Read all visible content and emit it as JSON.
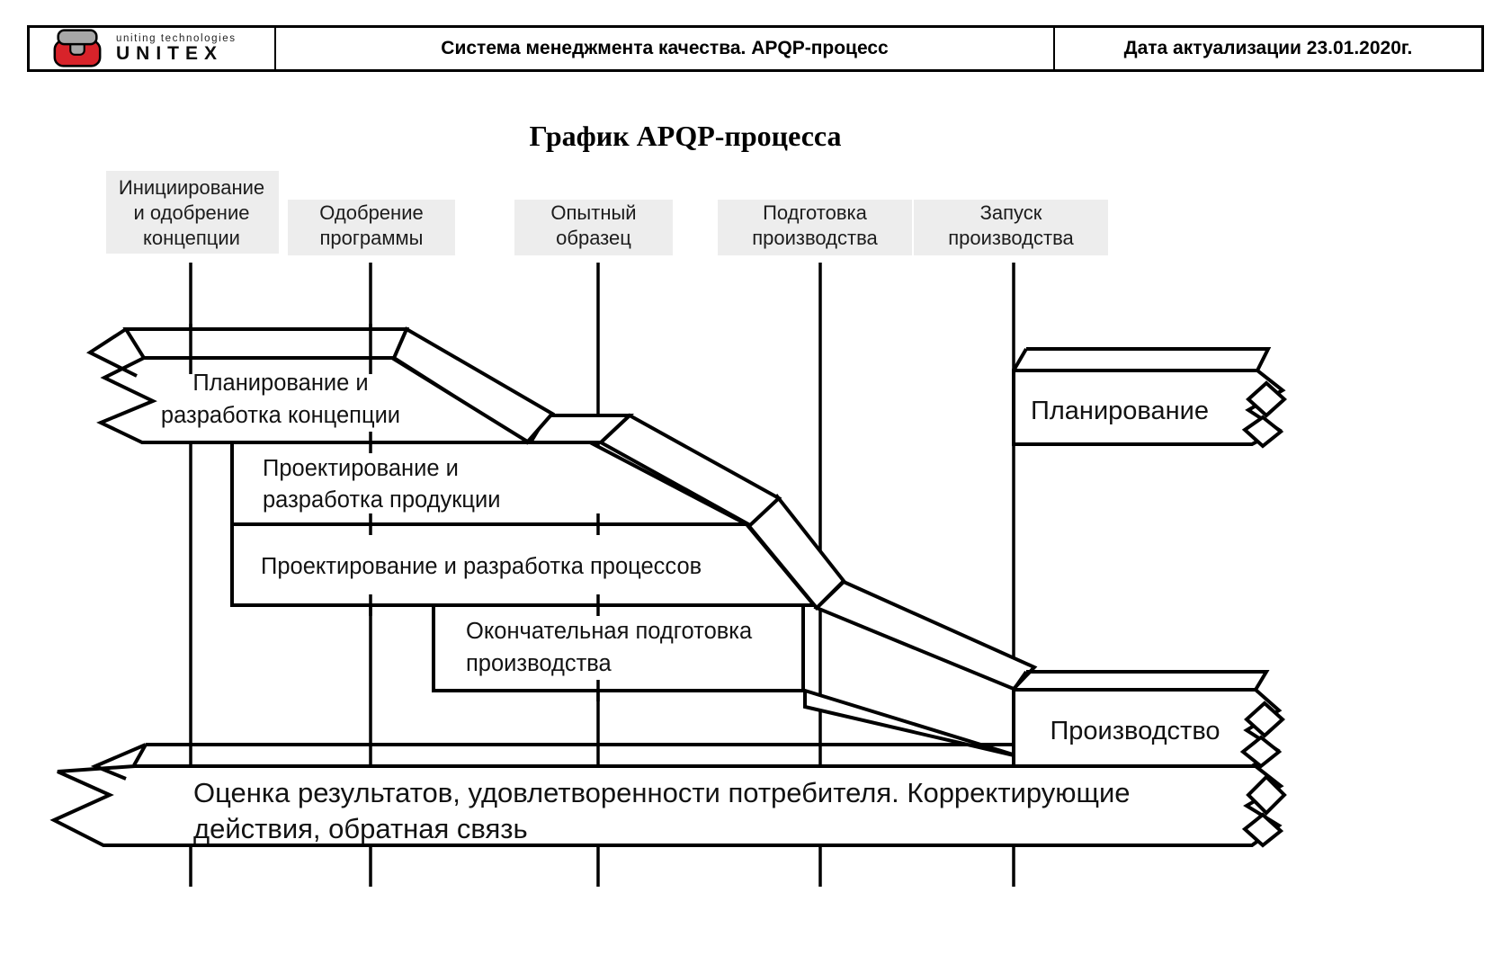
{
  "header": {
    "logo": {
      "brand": "UNITEX",
      "tagline": "uniting technologies",
      "colors": {
        "red": "#d8232a",
        "gray": "#a7a7a7"
      }
    },
    "title": "Система менеджмента качества. APQP-процесс",
    "date_label": "Дата актуализации 23.01.2020г."
  },
  "diagram": {
    "title": "График APQP-процесса",
    "milestones": [
      {
        "label_lines": [
          "Инициирование",
          "и одобрение",
          "концепции"
        ]
      },
      {
        "label_lines": [
          "Одобрение",
          "программы"
        ]
      },
      {
        "label_lines": [
          "Опытный",
          "образец"
        ]
      },
      {
        "label_lines": [
          "Подготовка",
          "производства"
        ]
      },
      {
        "label_lines": [
          "Запуск",
          "производства"
        ]
      }
    ],
    "bars": [
      {
        "name": "planning-concept",
        "lines": [
          "Планирование и",
          "разработка концепции"
        ]
      },
      {
        "name": "product-design",
        "lines": [
          "Проектирование и",
          "разработка продукции"
        ]
      },
      {
        "name": "process-design",
        "lines": [
          "Проектирование и разработка процессов"
        ]
      },
      {
        "name": "final-preparation",
        "lines": [
          "Окончательная подготовка",
          "производства"
        ]
      },
      {
        "name": "planning",
        "lines": [
          "Планирование"
        ]
      },
      {
        "name": "production",
        "lines": [
          "Производство"
        ]
      },
      {
        "name": "evaluation",
        "lines": [
          "Оценка результатов, удовлетворенности потребителя. Корректирующие",
          "действия, обратная связь"
        ]
      }
    ]
  }
}
